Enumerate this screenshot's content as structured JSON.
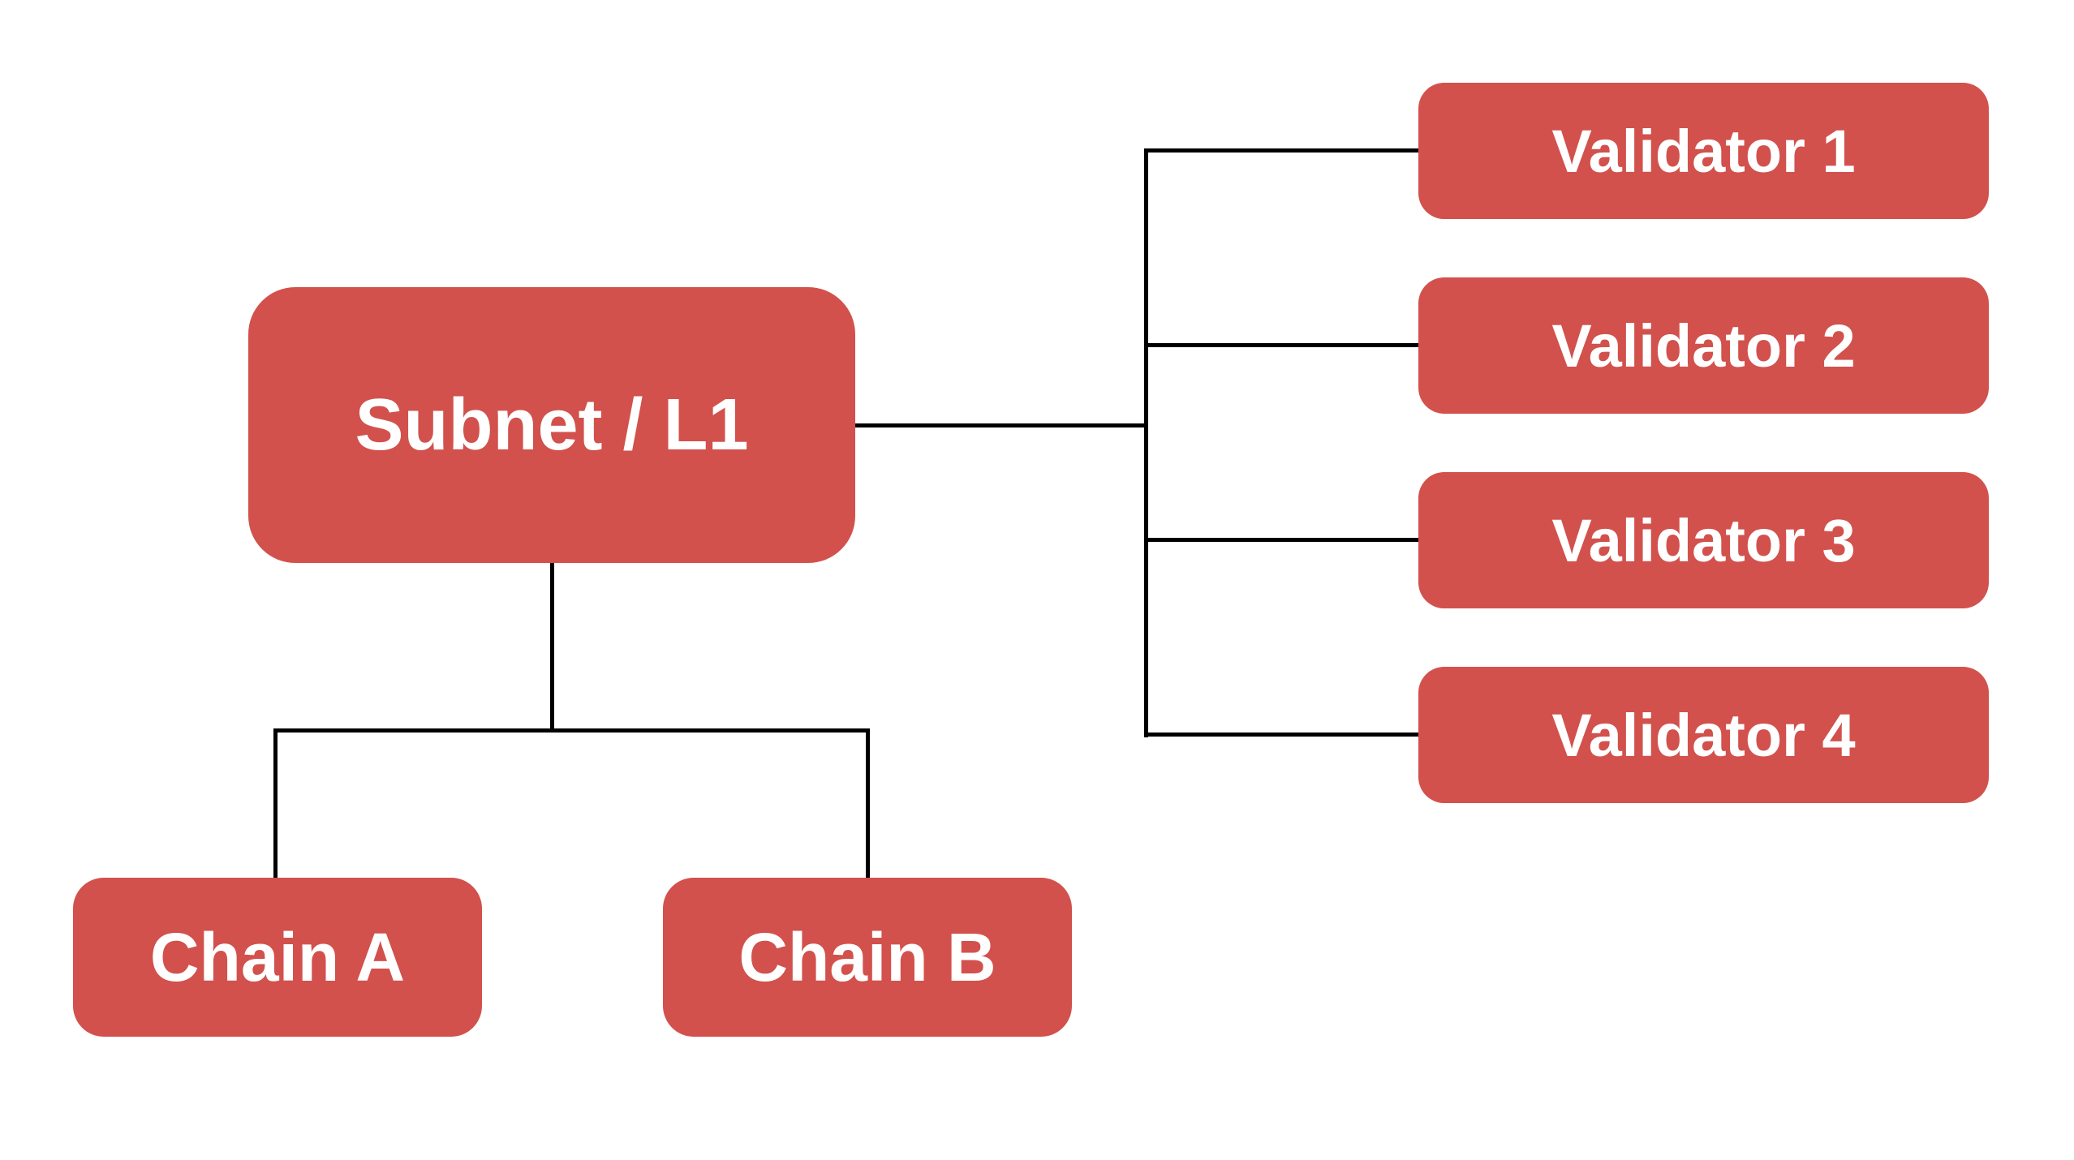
{
  "diagram": {
    "type": "tree",
    "background": "#FFFFFF",
    "node_fill": "#D2514C",
    "node_text_color": "#FFFFFF",
    "connector_color": "#000000",
    "nodes": {
      "subnet": {
        "label": "Subnet / L1"
      },
      "chain_a": {
        "label": "Chain A"
      },
      "chain_b": {
        "label": "Chain B"
      },
      "validator_1": {
        "label": "Validator 1"
      },
      "validator_2": {
        "label": "Validator 2"
      },
      "validator_3": {
        "label": "Validator 3"
      },
      "validator_4": {
        "label": "Validator 4"
      }
    },
    "edges": [
      {
        "from": "subnet",
        "to": "chain_a"
      },
      {
        "from": "subnet",
        "to": "chain_b"
      },
      {
        "from": "subnet",
        "to": "validator_1"
      },
      {
        "from": "subnet",
        "to": "validator_2"
      },
      {
        "from": "subnet",
        "to": "validator_3"
      },
      {
        "from": "subnet",
        "to": "validator_4"
      }
    ]
  }
}
